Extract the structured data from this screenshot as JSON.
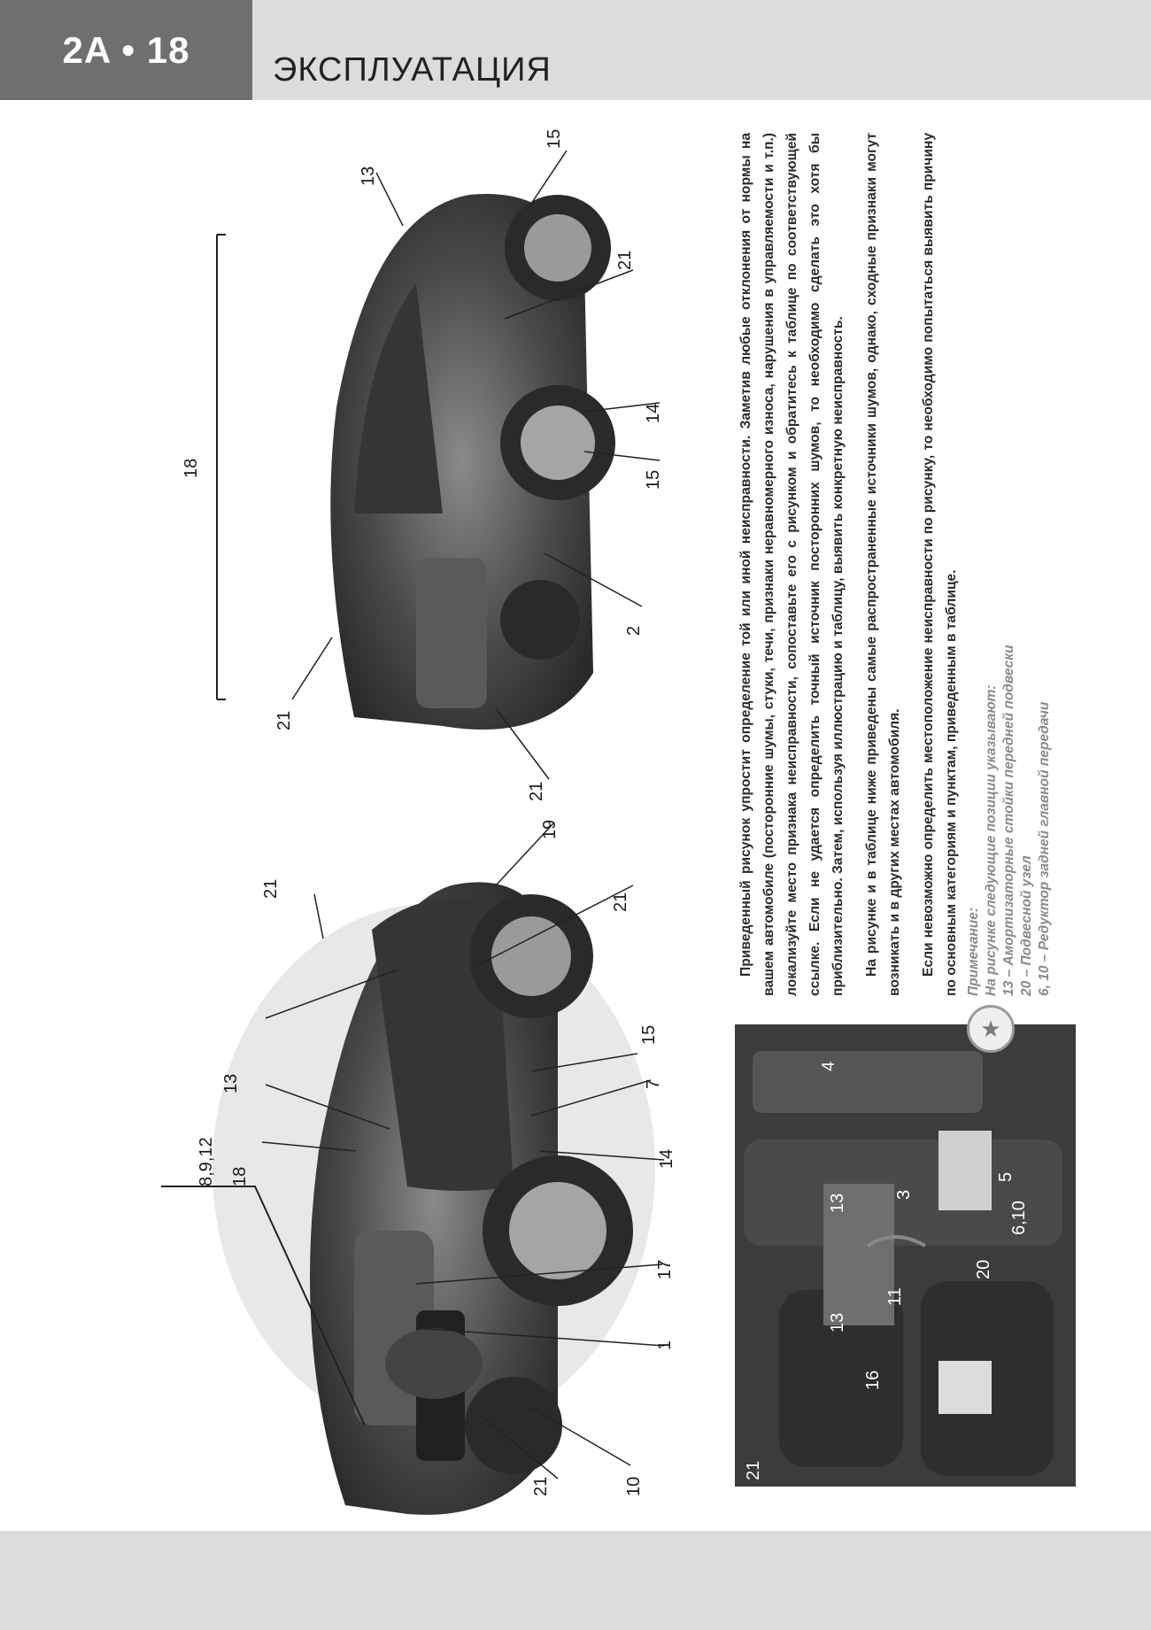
{
  "header": {
    "page_number": "2A • 18",
    "section_title": "ЭКСПЛУАТАЦИЯ"
  },
  "car_front": {
    "callouts": [
      "18",
      "8,9,12",
      "13",
      "15",
      "7",
      "14",
      "17",
      "1",
      "10",
      "21",
      "21",
      "19",
      "21"
    ]
  },
  "car_rear": {
    "callouts": [
      "18",
      "13",
      "15",
      "21",
      "14",
      "15",
      "2",
      "21",
      "21"
    ]
  },
  "interior": {
    "callouts": [
      "21",
      "13",
      "16",
      "11",
      "20",
      "3",
      "13",
      "4",
      "5",
      "6,10"
    ]
  },
  "text": {
    "p1": "Приведенный рисунок упростит определение той или иной неисправности. Заметив любые отклонения от нормы на вашем автомобиле (посторонние шумы, стуки, течи, признаки неравномерного износа, нарушения в управляемости и т.п.) локализуйте место признака неисправности, сопоставьте его с рисунком и обратитесь к таблице по соответствующей ссылке. Если не удается определить точный источник посторонних шумов, то необходимо сделать это хотя бы приблизительно. Затем, используя иллюстрацию и таблицу, выявить конкретную неисправность.",
    "p2": "На рисунке и в таблице ниже приведены самые распространенные источники шумов, однако, сходные признаки могут возникать и в других местах автомобиля.",
    "p3": "Если невозможно определить местоположение неисправности по рисунку, то необходимо попытаться выявить причину по основным категориям и пунктам, приведенным в таблице."
  },
  "note": {
    "title": "Примечание:",
    "intro": "На рисунке следующие позиции указывают:",
    "items": [
      "13 – Амортизаторные стойки передней подвески",
      "20 – Подвесной узел",
      "6, 10 – Редуктор задней главной передачи"
    ]
  }
}
